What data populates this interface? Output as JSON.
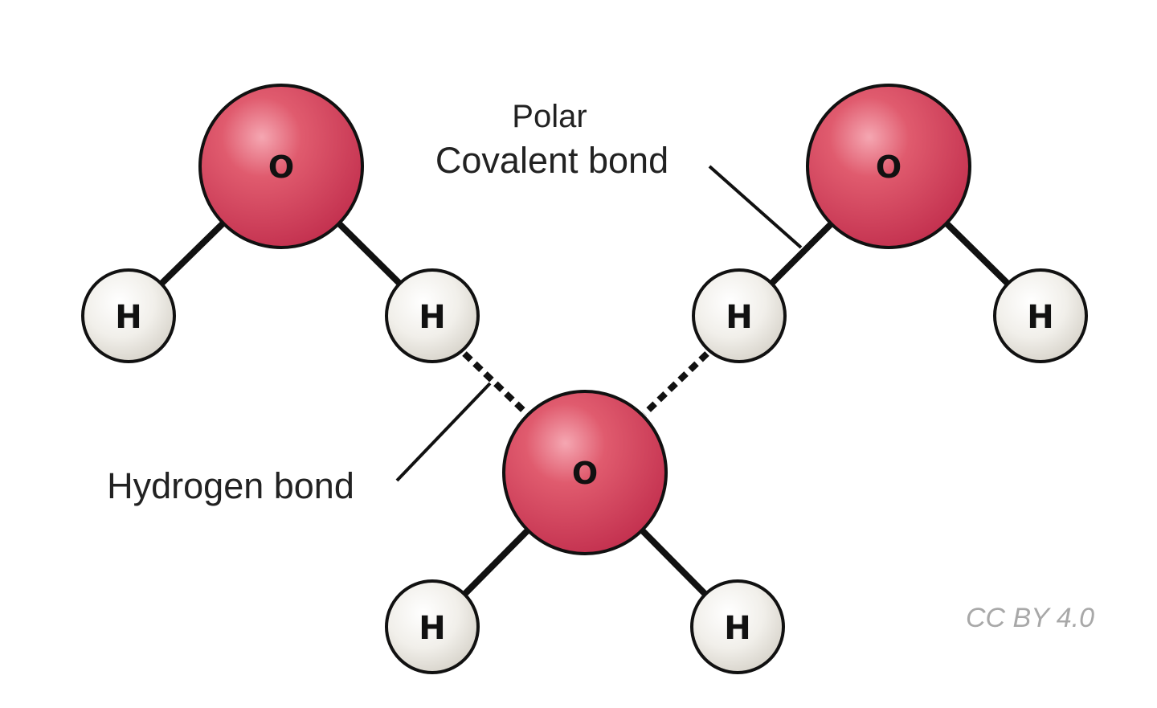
{
  "atoms": {
    "oxygen_symbol": "O",
    "hydrogen_symbol": "H"
  },
  "labels": {
    "polar_line1": "Polar",
    "polar_line2": "Covalent bond",
    "hydrogen_bond": "Hydrogen bond"
  },
  "license": "CC BY 4.0",
  "colors": {
    "oxygen": "#d4475c",
    "hydrogen": "#e9e6df",
    "bond": "#111111"
  }
}
